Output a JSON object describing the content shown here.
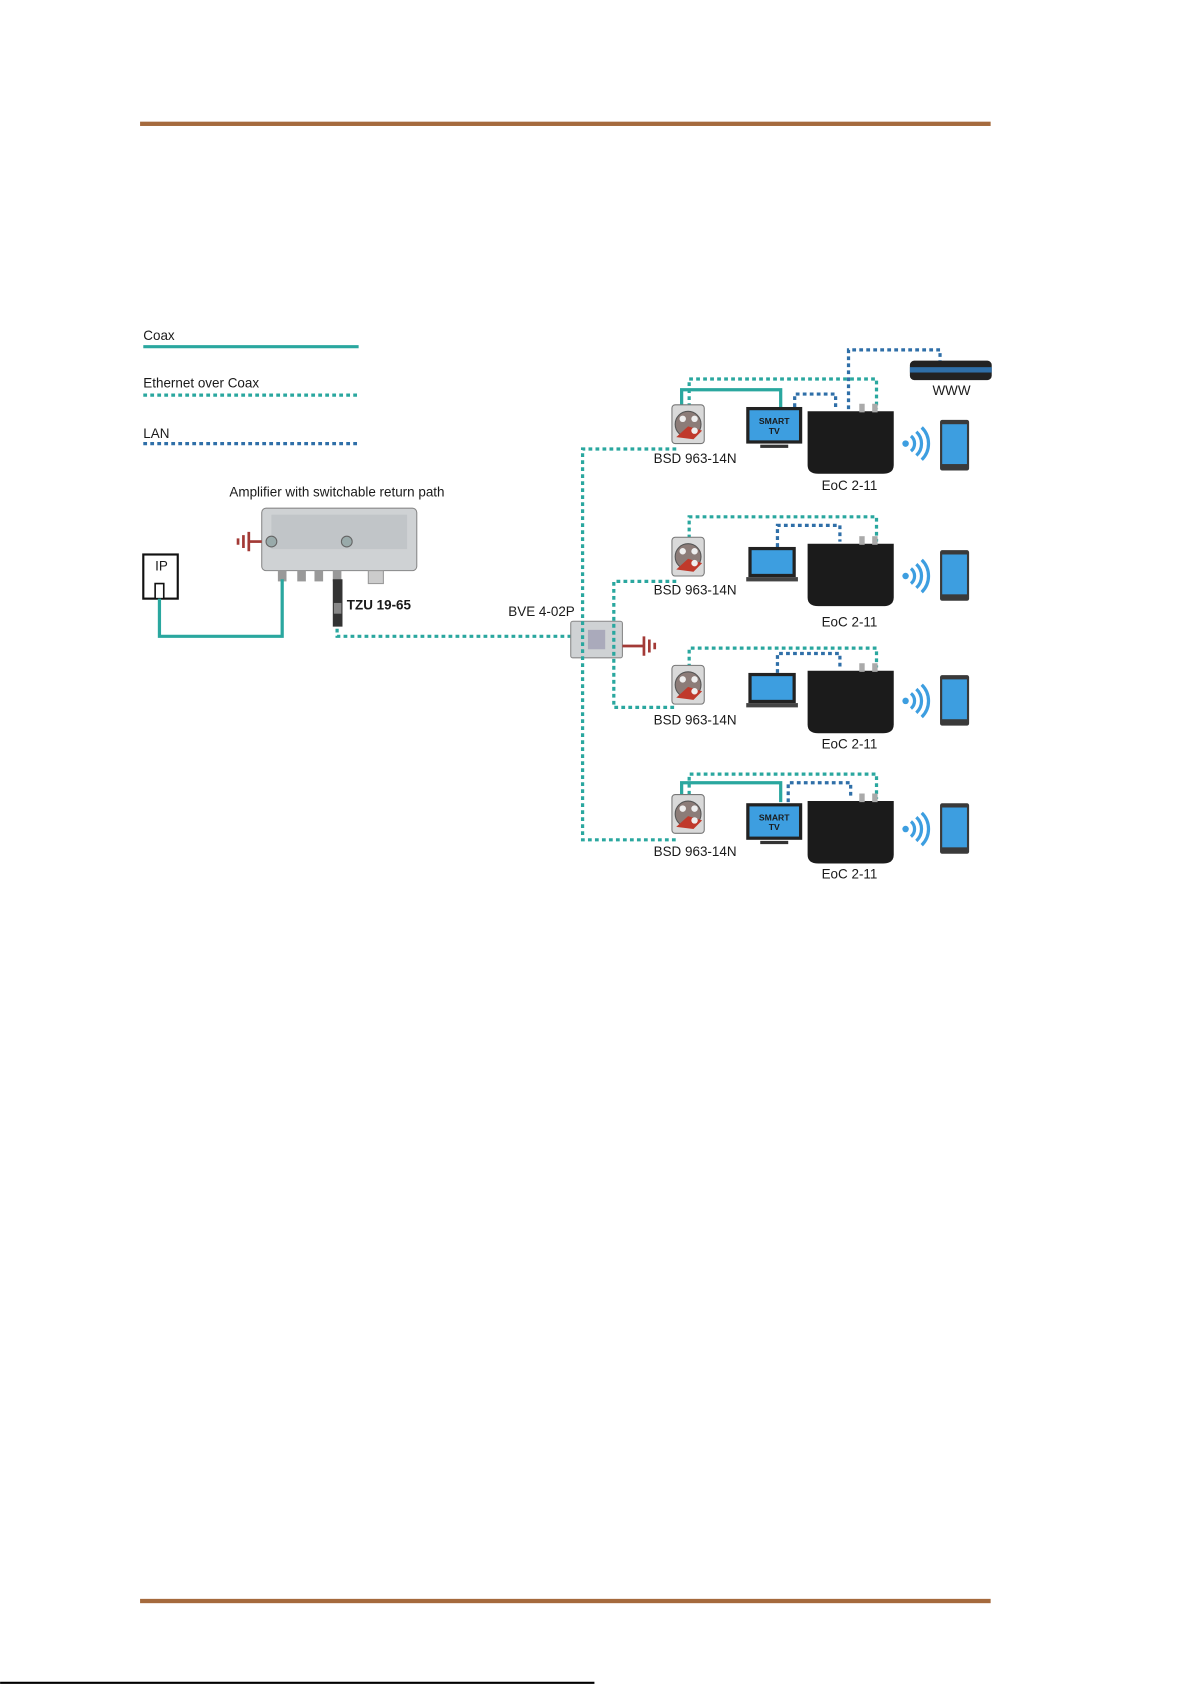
{
  "colors": {
    "rule": "#a56a3d",
    "coax": "#2aa79f",
    "lan": "#2f6fa8",
    "ground": "#a33a36"
  },
  "legend": [
    {
      "label": "Coax",
      "style": "solid"
    },
    {
      "label": "Ethernet over Coax",
      "style": "dotted"
    },
    {
      "label": "LAN",
      "style": "dotted"
    }
  ],
  "amplifier": {
    "title": "Amplifier with switchable return path"
  },
  "ip_box": {
    "label": "IP"
  },
  "filter": {
    "label": "TZU 19-65"
  },
  "splitter": {
    "label": "BVE 4-02P"
  },
  "router": {
    "label": "WWW"
  },
  "tv": {
    "line1": "SMART",
    "line2": "TV"
  },
  "rows": [
    {
      "outlet": "BSD 963-14N",
      "modem": "EoC 2-11",
      "display": "smart-tv"
    },
    {
      "outlet": "BSD 963-14N",
      "modem": "EoC 2-11",
      "display": "laptop"
    },
    {
      "outlet": "BSD 963-14N",
      "modem": "EoC 2-11",
      "display": "laptop"
    },
    {
      "outlet": "BSD 963-14N",
      "modem": "EoC 2-11",
      "display": "smart-tv"
    }
  ]
}
